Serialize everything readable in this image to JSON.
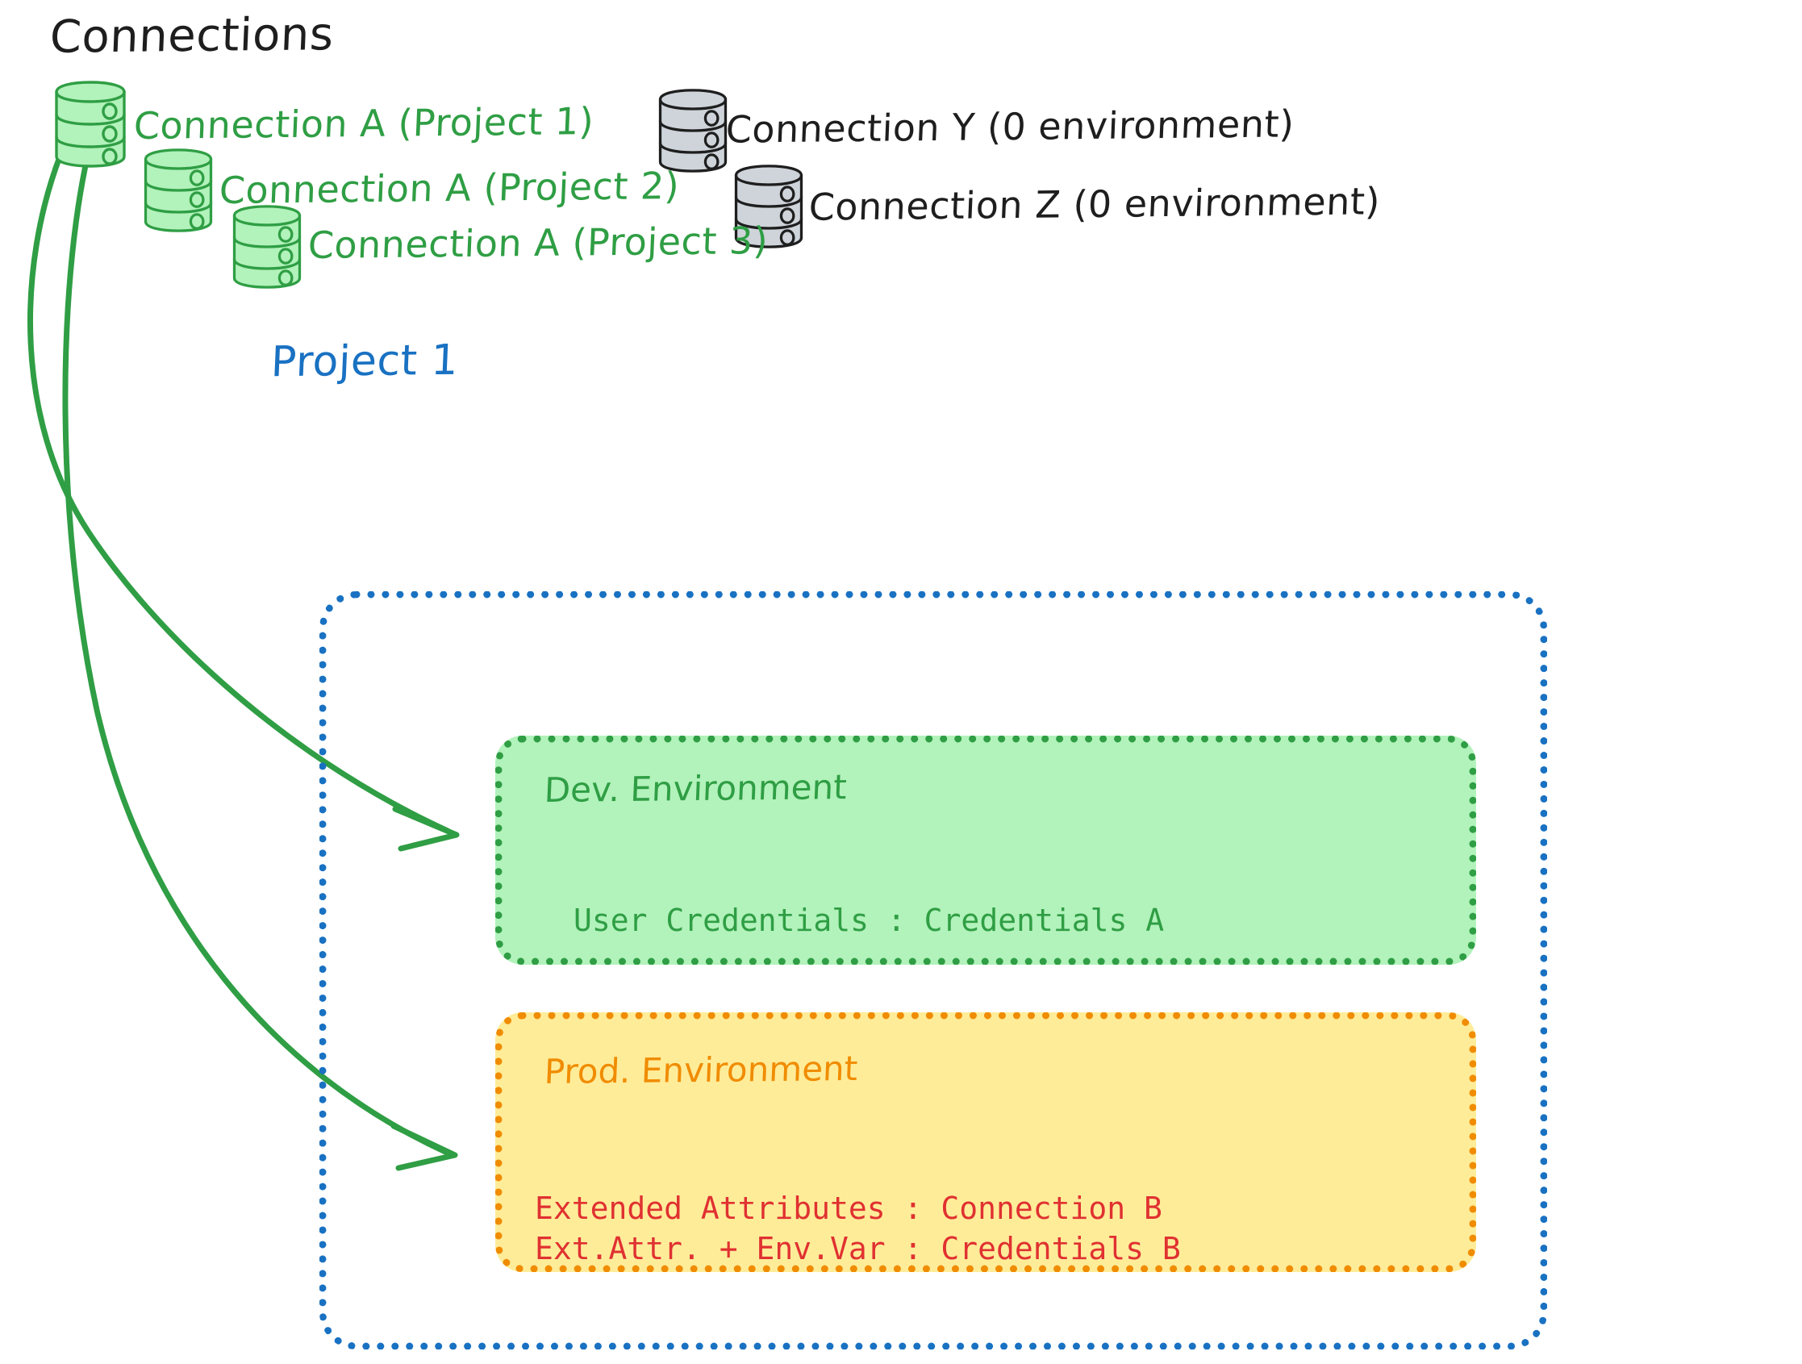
{
  "diagram": {
    "title": "Connections",
    "project_title": "Project 1"
  },
  "connections": [
    {
      "id": "conn-a-project-1",
      "label": "Connection A (Project 1)",
      "color": "#2f9e44",
      "icon": "database-icon",
      "style": "green"
    },
    {
      "id": "conn-a-project-2",
      "label": "Connection A (Project 2)",
      "color": "#2f9e44",
      "icon": "database-icon",
      "style": "green"
    },
    {
      "id": "conn-a-project-3",
      "label": "Connection A (Project 3)",
      "color": "#2f9e44",
      "icon": "database-icon",
      "style": "green"
    },
    {
      "id": "conn-y",
      "label": "Connection Y (0 environment)",
      "color": "#1e1e1e",
      "icon": "database-icon",
      "style": "gray"
    },
    {
      "id": "conn-z",
      "label": "Connection Z (0 environment)",
      "color": "#1e1e1e",
      "icon": "database-icon",
      "style": "gray"
    }
  ],
  "environments": [
    {
      "id": "dev-environment",
      "title": "Dev. Environment",
      "accent": "#2f9e44",
      "fill": "#b2f2bb",
      "lines": [
        {
          "text": "User Credentials : Credentials A",
          "color": "#2f9e44"
        }
      ]
    },
    {
      "id": "prod-environment",
      "title": "Prod. Environment",
      "accent": "#f08c00",
      "fill": "#ffec99",
      "lines": [
        {
          "text": "Extended Attributes : Connection B",
          "color": "#e03131"
        },
        {
          "text": "Ext.Attr. + Env.Var : Credentials B",
          "color": "#e03131"
        }
      ]
    }
  ],
  "arrows": [
    {
      "id": "arrow-connection-a-to-dev",
      "from": "conn-a-project-1",
      "to": "dev-environment",
      "color": "#2f9e44"
    },
    {
      "id": "arrow-connection-a-to-prod",
      "from": "conn-a-project-1",
      "to": "prod-environment",
      "color": "#2f9e44"
    }
  ],
  "colors": {
    "green_stroke": "#2f9e44",
    "green_fill": "#b2f2bb",
    "orange_stroke": "#f08c00",
    "yellow_fill": "#ffec99",
    "blue_stroke": "#1971c2",
    "red_text": "#e03131",
    "gray_fill": "#ced4da",
    "black_stroke": "#1e1e1e"
  }
}
